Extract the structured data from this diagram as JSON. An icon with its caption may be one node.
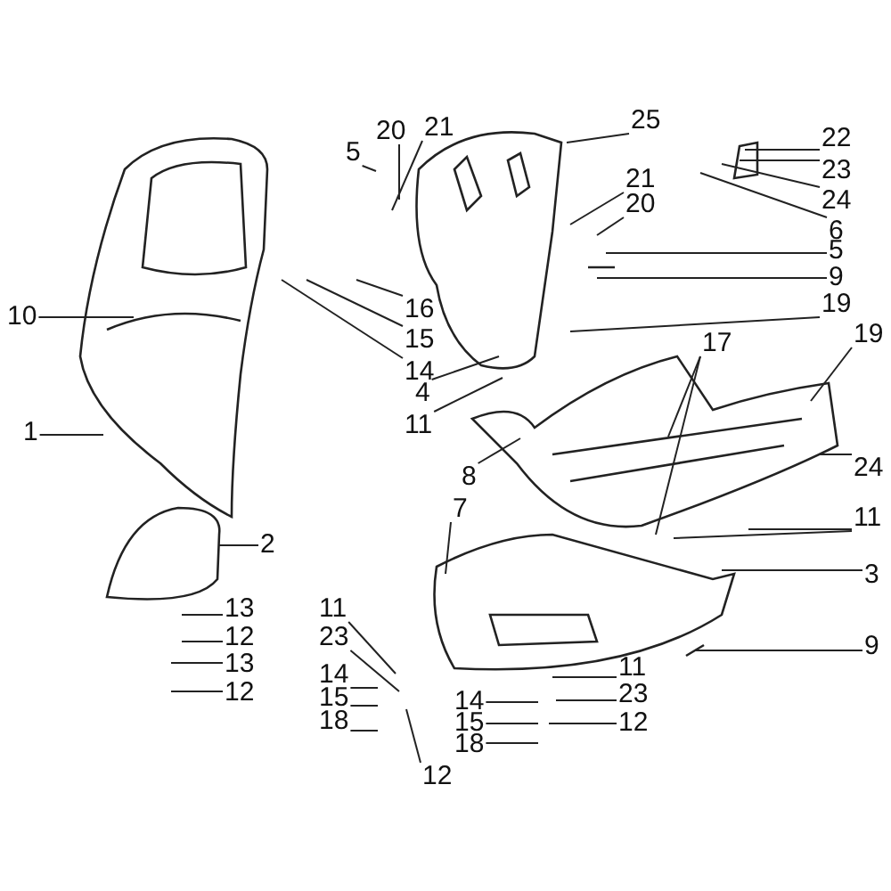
{
  "diagram": {
    "nodes": [
      {
        "text": [
          "5"
        ]
      },
      {
        "text": [
          "20"
        ]
      },
      {
        "text": [
          "21"
        ]
      },
      {
        "text": [
          "10"
        ]
      },
      {
        "text": [
          "16"
        ]
      },
      {
        "text": [
          "15"
        ]
      },
      {
        "text": [
          "14"
        ]
      },
      {
        "text": [
          "1"
        ]
      },
      {
        "text": [
          "2"
        ]
      },
      {
        "text": [
          "13"
        ]
      },
      {
        "text": [
          "12"
        ]
      },
      {
        "text": [
          "13"
        ]
      },
      {
        "text": [
          "12"
        ]
      },
      {
        "text": [
          "11"
        ]
      },
      {
        "text": [
          "23"
        ]
      },
      {
        "text": [
          "14"
        ]
      },
      {
        "text": [
          "15"
        ]
      },
      {
        "text": [
          "18"
        ]
      },
      {
        "text": [
          "12"
        ]
      },
      {
        "text": [
          "25"
        ]
      },
      {
        "text": [
          "21"
        ]
      },
      {
        "text": [
          "20"
        ]
      },
      {
        "text": [
          "5"
        ]
      },
      {
        "text": [
          "9"
        ]
      },
      {
        "text": [
          "19"
        ]
      },
      {
        "text": [
          "4"
        ]
      },
      {
        "text": [
          "11"
        ]
      },
      {
        "text": [
          "22"
        ]
      },
      {
        "text": [
          "23"
        ]
      },
      {
        "text": [
          "24"
        ]
      },
      {
        "text": [
          "6"
        ]
      },
      {
        "text": [
          "17"
        ]
      },
      {
        "text": [
          "19"
        ]
      },
      {
        "text": [
          "8"
        ]
      },
      {
        "text": [
          "24"
        ]
      },
      {
        "text": [
          "7"
        ]
      },
      {
        "text": [
          "11"
        ]
      },
      {
        "text": [
          "3"
        ]
      },
      {
        "text": [
          "9"
        ]
      },
      {
        "text": [
          "11"
        ]
      },
      {
        "text": [
          "23"
        ]
      },
      {
        "text": [
          "14"
        ]
      },
      {
        "text": [
          "15"
        ]
      },
      {
        "text": [
          "18"
        ]
      },
      {
        "text": [
          "12"
        ]
      }
    ],
    "edges": [
      {
        "from": 0,
        "to": null,
        "arrow": "none"
      },
      {
        "from": 1,
        "to": null,
        "arrow": "none"
      },
      {
        "from": 2,
        "to": null,
        "arrow": "none"
      },
      {
        "from": 3,
        "to": null,
        "arrow": "none"
      },
      {
        "from": 4,
        "to": null,
        "arrow": "none"
      },
      {
        "from": 5,
        "to": null,
        "arrow": "none"
      },
      {
        "from": 6,
        "to": null,
        "arrow": "none"
      },
      {
        "from": 7,
        "to": null,
        "arrow": "none"
      },
      {
        "from": 8,
        "to": null,
        "arrow": "none"
      },
      {
        "from": 9,
        "to": null,
        "arrow": "none"
      },
      {
        "from": 10,
        "to": null,
        "arrow": "none"
      },
      {
        "from": 11,
        "to": null,
        "arrow": "none"
      },
      {
        "from": 12,
        "to": null,
        "arrow": "none"
      },
      {
        "from": 13,
        "to": null,
        "arrow": "none"
      },
      {
        "from": 14,
        "to": null,
        "arrow": "none"
      },
      {
        "from": 15,
        "to": null,
        "arrow": "none"
      },
      {
        "from": 16,
        "to": null,
        "arrow": "none"
      },
      {
        "from": 17,
        "to": null,
        "arrow": "none"
      },
      {
        "from": 18,
        "to": null,
        "arrow": "none"
      },
      {
        "from": 19,
        "to": null,
        "arrow": "none"
      },
      {
        "from": 20,
        "to": null,
        "arrow": "none"
      },
      {
        "from": 21,
        "to": null,
        "arrow": "none"
      },
      {
        "from": 22,
        "to": null,
        "arrow": "none"
      },
      {
        "from": 23,
        "to": null,
        "arrow": "none"
      },
      {
        "from": 24,
        "to": null,
        "arrow": "none"
      },
      {
        "from": 25,
        "to": null,
        "arrow": "none"
      },
      {
        "from": 26,
        "to": null,
        "arrow": "none"
      },
      {
        "from": 27,
        "to": null,
        "arrow": "none"
      },
      {
        "from": 28,
        "to": null,
        "arrow": "none"
      },
      {
        "from": 29,
        "to": null,
        "arrow": "none"
      },
      {
        "from": 30,
        "to": null,
        "arrow": "none"
      },
      {
        "from": 31,
        "to": null,
        "arrow": "none"
      },
      {
        "from": 31,
        "to": null,
        "arrow": "none"
      },
      {
        "from": 32,
        "to": null,
        "arrow": "none"
      },
      {
        "from": 33,
        "to": null,
        "arrow": "none"
      },
      {
        "from": 34,
        "to": null,
        "arrow": "none"
      },
      {
        "from": 35,
        "to": null,
        "arrow": "none"
      },
      {
        "from": 36,
        "to": null,
        "arrow": "none"
      },
      {
        "from": 36,
        "to": null,
        "arrow": "none"
      },
      {
        "from": 37,
        "to": null,
        "arrow": "none"
      },
      {
        "from": 38,
        "to": null,
        "arrow": "none"
      },
      {
        "from": 39,
        "to": null,
        "arrow": "none"
      },
      {
        "from": 40,
        "to": null,
        "arrow": "none"
      },
      {
        "from": 41,
        "to": null,
        "arrow": "none"
      },
      {
        "from": 42,
        "to": null,
        "arrow": "none"
      },
      {
        "from": 43,
        "to": null,
        "arrow": "none"
      },
      {
        "from": 44,
        "to": null,
        "arrow": "none"
      }
    ]
  }
}
